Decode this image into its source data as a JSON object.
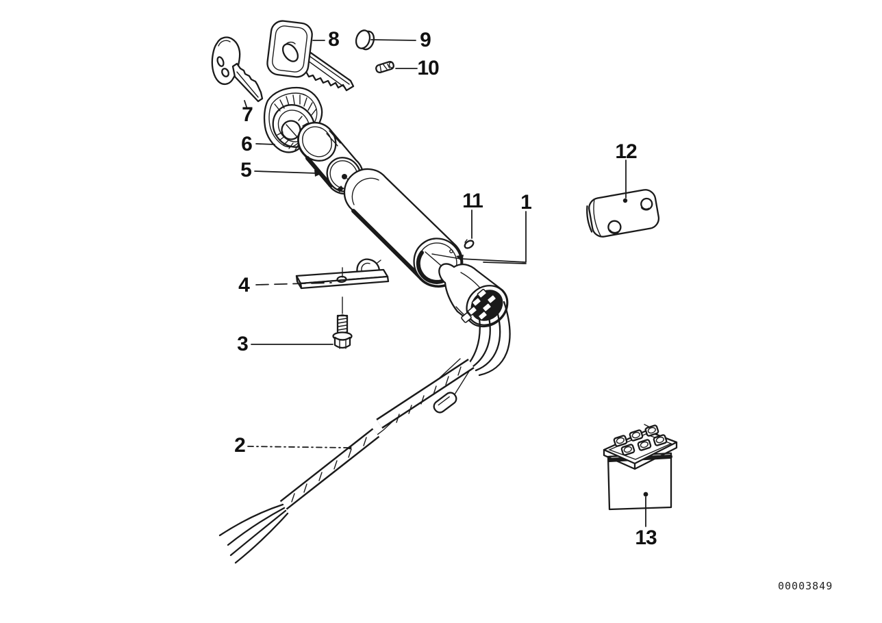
{
  "page": {
    "background_color": "#ffffff",
    "line_color": "#1a1a1a"
  },
  "drawing_number": "00003849",
  "callouts": [
    {
      "number": "1"
    },
    {
      "number": "2"
    },
    {
      "number": "3"
    },
    {
      "number": "4"
    },
    {
      "number": "5"
    },
    {
      "number": "6"
    },
    {
      "number": "7"
    },
    {
      "number": "8"
    },
    {
      "number": "9"
    },
    {
      "number": "10"
    },
    {
      "number": "11"
    },
    {
      "number": "12"
    },
    {
      "number": "13"
    }
  ]
}
